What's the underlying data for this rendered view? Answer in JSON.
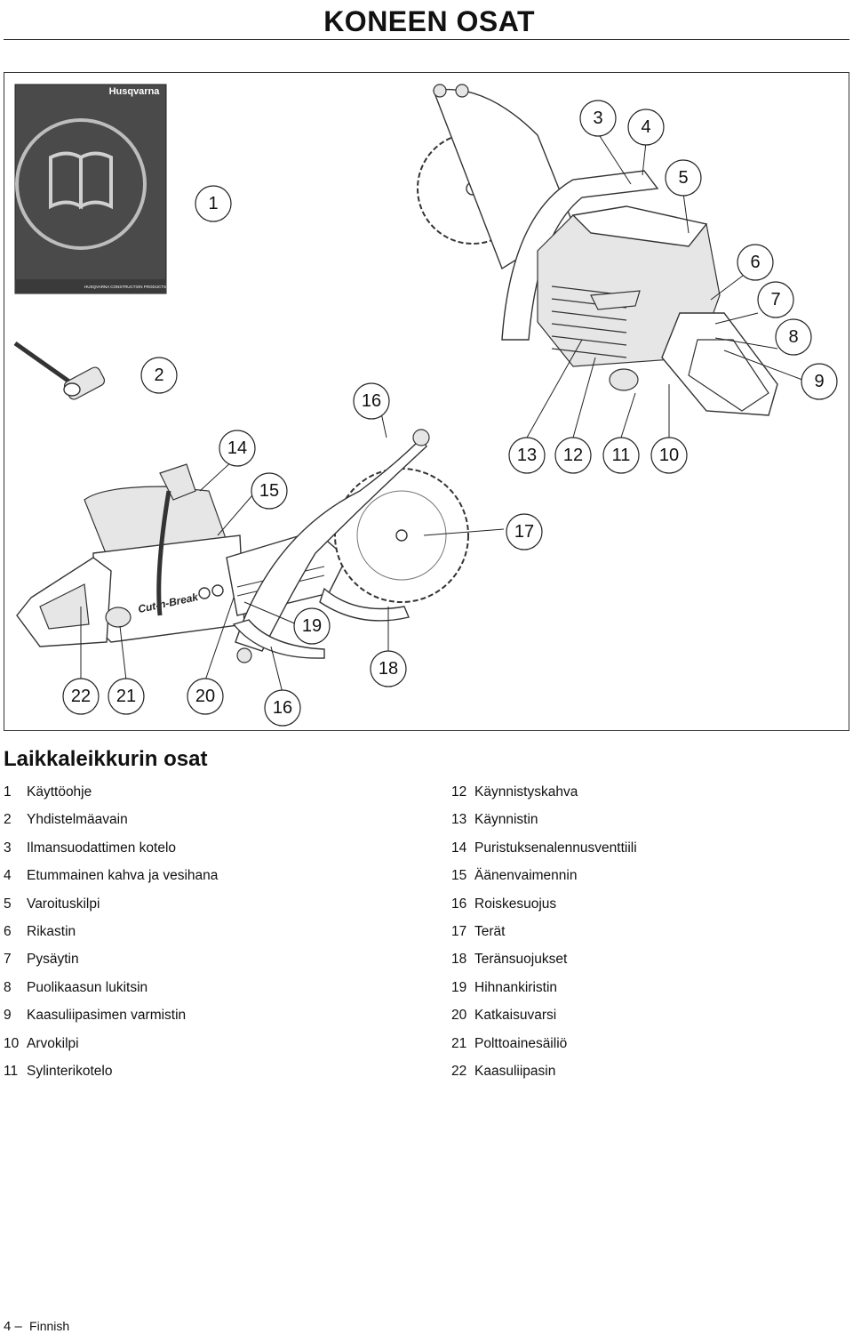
{
  "header": {
    "title": "KONEEN OSAT"
  },
  "manual_cover": {
    "brand": "Husqvarna",
    "footer_text": "HUSQVARNA CONSTRUCTION PRODUCTS"
  },
  "machine_labels": {
    "brand": "Cut-n-Break"
  },
  "callouts": [
    "1",
    "2",
    "3",
    "4",
    "5",
    "6",
    "7",
    "8",
    "9",
    "10",
    "11",
    "12",
    "13",
    "14",
    "15",
    "16",
    "17",
    "18",
    "19",
    "20",
    "21",
    "22"
  ],
  "section": {
    "heading": "Laikkaleikkurin osat"
  },
  "parts_left": [
    {
      "num": "1",
      "name": "Käyttöohje"
    },
    {
      "num": "2",
      "name": "Yhdistelmäavain"
    },
    {
      "num": "3",
      "name": "Ilmansuodattimen kotelo"
    },
    {
      "num": "4",
      "name": "Etummainen kahva ja vesihana"
    },
    {
      "num": "5",
      "name": "Varoituskilpi"
    },
    {
      "num": "6",
      "name": "Rikastin"
    },
    {
      "num": "7",
      "name": "Pysäytin"
    },
    {
      "num": "8",
      "name": "Puolikaasun lukitsin"
    },
    {
      "num": "9",
      "name": "Kaasuliipasimen varmistin"
    },
    {
      "num": "10",
      "name": "Arvokilpi"
    },
    {
      "num": "11",
      "name": "Sylinterikotelo"
    }
  ],
  "parts_right": [
    {
      "num": "12",
      "name": "Käynnistyskahva"
    },
    {
      "num": "13",
      "name": "Käynnistin"
    },
    {
      "num": "14",
      "name": "Puristuksenalennusventtiili"
    },
    {
      "num": "15",
      "name": "Äänenvaimennin"
    },
    {
      "num": "16",
      "name": "Roiskesuojus"
    },
    {
      "num": "17",
      "name": "Terät"
    },
    {
      "num": "18",
      "name": "Teränsuojukset"
    },
    {
      "num": "19",
      "name": "Hihnankiristin"
    },
    {
      "num": "20",
      "name": "Katkaisuvarsi"
    },
    {
      "num": "21",
      "name": "Polttoainesäiliö"
    },
    {
      "num": "22",
      "name": "Kaasuliipasin"
    }
  ],
  "footer": {
    "page_number": "4",
    "dash": "–",
    "language": "Finnish"
  }
}
